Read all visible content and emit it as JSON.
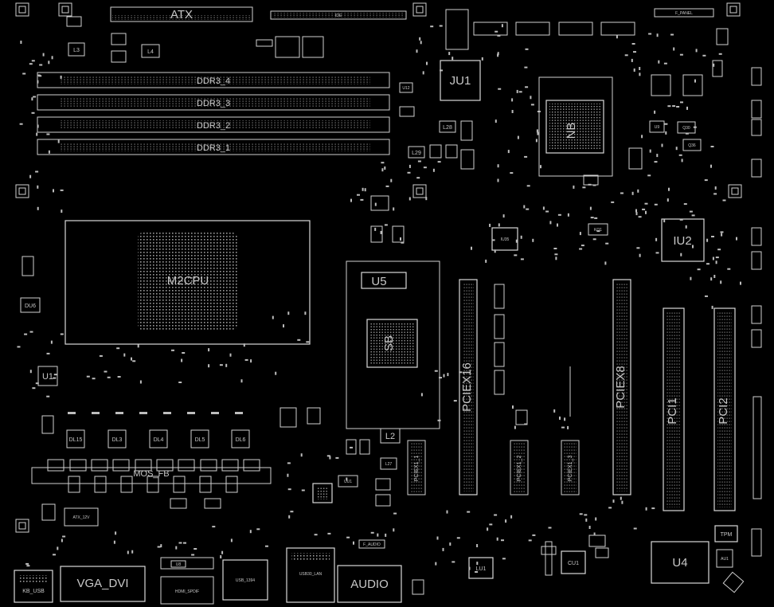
{
  "board": {
    "labels": {
      "atx": "ATX",
      "ide": "IDE",
      "f_panel": "F_PANEL",
      "ddr1": "DDR3_1",
      "ddr2": "DDR3_2",
      "ddr3": "DDR3_3",
      "ddr4": "DDR3_4",
      "m2cpu": "M2CPU",
      "ju1": "JU1",
      "iu2": "IU2",
      "u5": "U5",
      "u4": "U4",
      "u1": "U1",
      "l2": "L2",
      "l3": "L3",
      "l4": "L4",
      "l27": "L27",
      "l28": "L28",
      "l29": "L29",
      "du6": "DU6",
      "tpm": "TPM",
      "lu1": "LU1",
      "cu1": "CU1",
      "uu1": "UU1",
      "iu35": "IU35",
      "kq1": "KQ1",
      "q30": "Q30",
      "q36": "Q36",
      "u9": "U9",
      "u12": "U12",
      "au1": "AU1",
      "u8": "U8",
      "pciex16": "PCIEX16",
      "pciex8": "PCIEX8",
      "pci1": "PCI1",
      "pci2": "PCI2",
      "pciex1_1": "PCIEX1_1",
      "pciex1_2": "PCIEX1_2",
      "pciex1_3": "PCIEX1_3",
      "dl15": "DL15",
      "dl3": "DL3",
      "dl4": "DL4",
      "dl5": "DL5",
      "dl6": "DL6",
      "atx12v": "ATX_12V",
      "kb_usb": "KB_USB",
      "vga_dvi": "VGA_DVI",
      "hdmi_spdif": "HDMI_SPDIF",
      "usb_1394": "USB_1394",
      "usb30_lan": "USB30_LAN",
      "audio": "AUDIO",
      "f_audio": "F_AUDIO",
      "mos": "MOS_FB",
      "nb": "NB",
      "sb": "SB"
    }
  }
}
